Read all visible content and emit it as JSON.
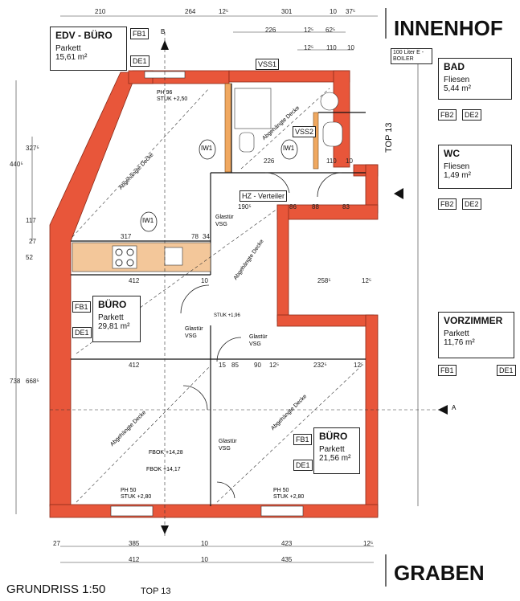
{
  "labels": {
    "innenhof": "INNENHOF",
    "graben": "GRABEN",
    "grundriss": "GRUNDRISS 1:50",
    "top": "TOP 13",
    "top_vertical": "TOP 13"
  },
  "rooms": {
    "edv": {
      "name": "EDV - BÜRO",
      "floor": "Parkett",
      "area": "15,61 m²",
      "tags": [
        "FB1",
        "DE1"
      ]
    },
    "bad": {
      "name": "BAD",
      "floor": "Fliesen",
      "area": "5,44 m²",
      "tags": [
        "FB2",
        "DE2"
      ]
    },
    "wc": {
      "name": "WC",
      "floor": "Fliesen",
      "area": "1,49 m²",
      "tags": [
        "FB2",
        "DE2"
      ]
    },
    "buero1": {
      "name": "BÜRO",
      "floor": "Parkett",
      "area": "29,81 m²",
      "tags": [
        "FB1",
        "DE1"
      ]
    },
    "vorzimmer": {
      "name": "VORZIMMER",
      "floor": "Parkett",
      "area": "11,76 m²",
      "tags": [
        "FB1",
        "DE1"
      ]
    },
    "buero2": {
      "name": "BÜRO",
      "floor": "Parkett",
      "area": "21,56 m²",
      "tags": [
        "FB1",
        "DE1"
      ]
    }
  },
  "dims_top": [
    "210",
    "264",
    "12⁵",
    "301",
    "10",
    "37⁵"
  ],
  "dims_top2": [
    "226",
    "12⁵",
    "62⁵"
  ],
  "dims_top3": [
    "12⁵",
    "110",
    "10"
  ],
  "dims_bottom1": [
    "27",
    "385",
    "10",
    "423",
    "12⁵"
  ],
  "dims_bottom2": [
    "412",
    "10",
    "435"
  ],
  "dims_inner": [
    "317",
    "78",
    "34",
    "412",
    "10",
    "258⁵",
    "12⁵",
    "412",
    "15",
    "85",
    "90",
    "12⁵",
    "232⁵",
    "12⁵",
    "190⁵",
    "86",
    "88",
    "83",
    "226",
    "110",
    "10"
  ],
  "dims_left": [
    "440⁵",
    "327⁵",
    "117",
    "52",
    "738",
    "668⁵",
    "27"
  ],
  "notes": {
    "boiler": "100 Liter E - BOILER",
    "hz": "HZ - Verteiler",
    "vss1": "VSS1",
    "vss2": "VSS2",
    "iw1": "IW1",
    "glastuer": "Glastür",
    "vsg": "VSG",
    "abg_decke": "Abgehängte Decke",
    "ph96": "PH 96",
    "stuk250": "STUK +2,50",
    "ph50": "PH 50",
    "stuk280": "STUK +2,80",
    "fbok1": "FBOK +14,28",
    "fbok2": "FBOK +14,17",
    "stuk196": "STUK +1,96",
    "a": "A",
    "b": "B"
  }
}
